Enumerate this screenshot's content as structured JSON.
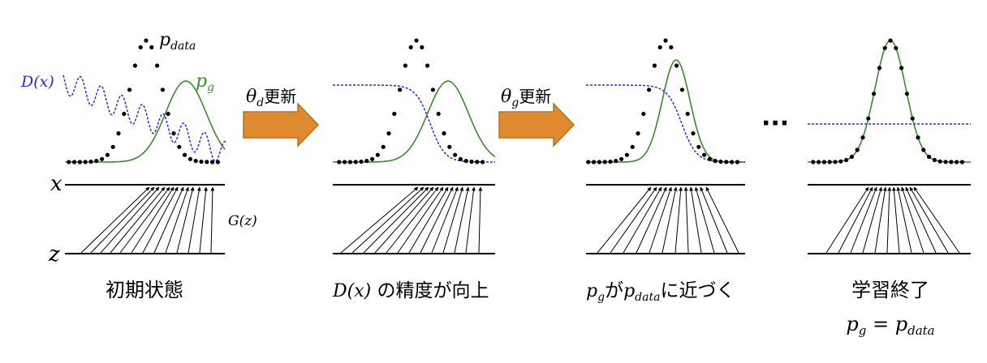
{
  "labels": {
    "p_data": "p",
    "p_data_sub": "data",
    "p_g": "p",
    "p_g_sub": "g",
    "d_x": "D(x)",
    "g_z": "G(z)",
    "axis_x": "x",
    "axis_z": "z",
    "step1_theta": "θ",
    "step1_sub": "d",
    "step1_text": "更新",
    "step2_theta": "θ",
    "step2_sub": "g",
    "step2_text": "更新",
    "ellipsis": "···"
  },
  "captions": {
    "panel1": "初期状態",
    "panel2_math": "D(x)",
    "panel2_text": " の精度が向上",
    "panel3_p": "p",
    "panel3_g": "g",
    "panel3_mid": "が",
    "panel3_p2": "p",
    "panel3_data": "data",
    "panel3_end": "に近づく",
    "panel4_line1": "学習終了",
    "panel4_eq_p": "p",
    "panel4_eq_g": "g",
    "panel4_eq_mid": " = ",
    "panel4_eq_p2": "p",
    "panel4_eq_data": "data"
  },
  "colors": {
    "data": "#000000",
    "generator": "#3a8a2a",
    "discriminator": "#2a2ae0",
    "arrow": "#e08a30",
    "arrow_edge": "#b96d22",
    "axis": "#000000"
  }
}
